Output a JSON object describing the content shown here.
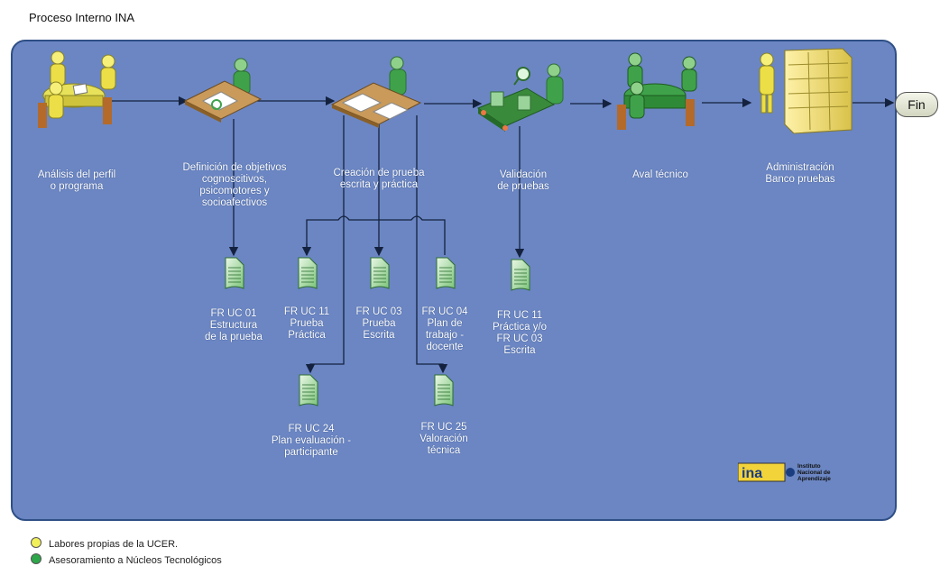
{
  "title": "Proceso Interno INA",
  "end_label": "Fin",
  "steps": [
    {
      "label": "Análisis del perfil\no programa"
    },
    {
      "label": "Definición de objetivos\ncognoscitivos,\npsicomotores y\nsocioafectivos"
    },
    {
      "label": "Creación de prueba\nescrita  y práctica"
    },
    {
      "label": "Validación\nde pruebas"
    },
    {
      "label": "Aval técnico"
    },
    {
      "label": "Administración\nBanco pruebas"
    }
  ],
  "documents": [
    {
      "label": "FR UC 01\nEstructura\nde la prueba"
    },
    {
      "label": "FR UC 11\nPrueba\nPráctica"
    },
    {
      "label": "FR UC 03\nPrueba\nEscrita"
    },
    {
      "label": "FR UC 04\nPlan de\ntrabajo -\ndocente"
    },
    {
      "label": "FR UC 11\nPráctica y/o\nFR UC 03\nEscrita"
    },
    {
      "label": "FR UC 24\nPlan evaluación -\nparticipante"
    },
    {
      "label": "FR UC 25\nValoración\ntécnica"
    }
  ],
  "legend": [
    {
      "label": "Labores propias de la UCER.",
      "color": "#f2f05a"
    },
    {
      "label": "Asesoramiento a Núcleos  Tecnológicos",
      "color": "#2ea64a"
    }
  ],
  "logo": {
    "line1": "Instituto",
    "line2": "Nacional de",
    "line3": "Aprendizaje",
    "mark": "ina"
  },
  "icons": [
    "meeting-icon",
    "writing-desk-icon",
    "writing-desk-icon",
    "validation-conveyor-icon",
    "meeting-icon",
    "server-rack-icon",
    "document-icon"
  ]
}
